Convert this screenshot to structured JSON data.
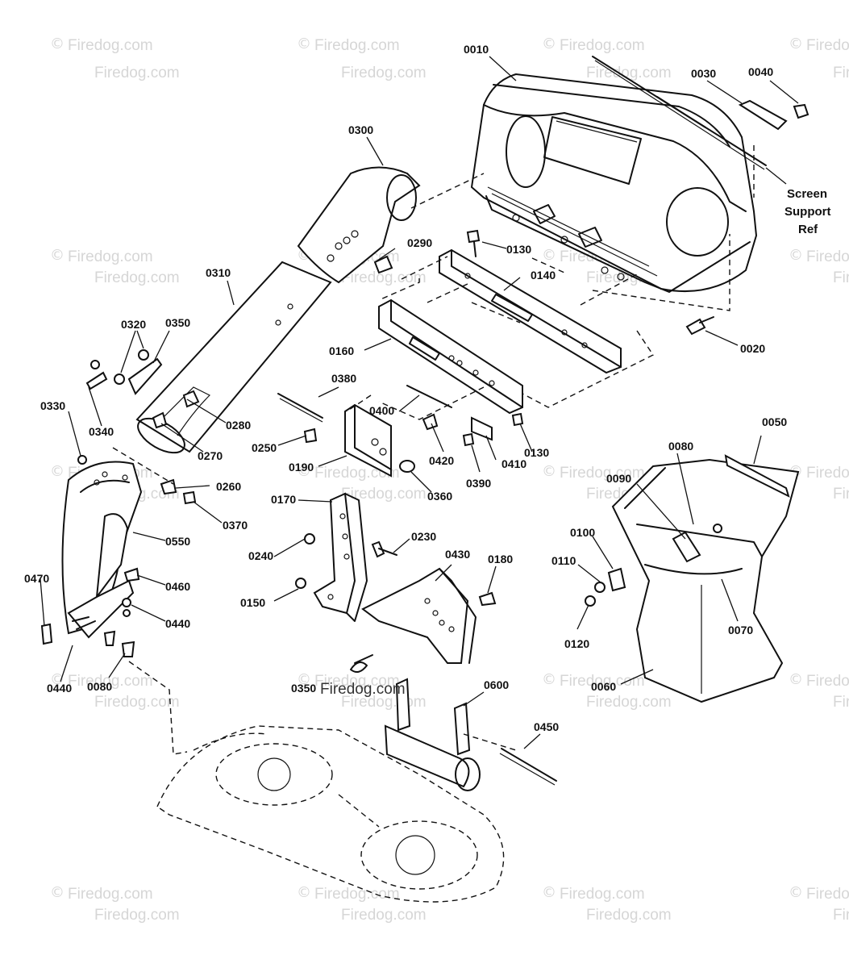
{
  "watermark": {
    "symbol": "©",
    "text": "Firedog.com"
  },
  "watermark_overlay": "Firedog.com",
  "screen_support_note": [
    "Screen",
    "Support",
    "Ref"
  ],
  "callouts": [
    {
      "id": "p0010",
      "text": "0010"
    },
    {
      "id": "p0020",
      "text": "0020"
    },
    {
      "id": "p0030",
      "text": "0030"
    },
    {
      "id": "p0040",
      "text": "0040"
    },
    {
      "id": "p0050",
      "text": "0050"
    },
    {
      "id": "p0060",
      "text": "0060"
    },
    {
      "id": "p0070",
      "text": "0070"
    },
    {
      "id": "p0080a",
      "text": "0080"
    },
    {
      "id": "p0080b",
      "text": "0080"
    },
    {
      "id": "p0090",
      "text": "0090"
    },
    {
      "id": "p0100",
      "text": "0100"
    },
    {
      "id": "p0110",
      "text": "0110"
    },
    {
      "id": "p0120",
      "text": "0120"
    },
    {
      "id": "p0130a",
      "text": "0130"
    },
    {
      "id": "p0130b",
      "text": "0130"
    },
    {
      "id": "p0140",
      "text": "0140"
    },
    {
      "id": "p0150",
      "text": "0150"
    },
    {
      "id": "p0160",
      "text": "0160"
    },
    {
      "id": "p0170",
      "text": "0170"
    },
    {
      "id": "p0180",
      "text": "0180"
    },
    {
      "id": "p0190",
      "text": "0190"
    },
    {
      "id": "p0230",
      "text": "0230"
    },
    {
      "id": "p0240",
      "text": "0240"
    },
    {
      "id": "p0250",
      "text": "0250"
    },
    {
      "id": "p0260",
      "text": "0260"
    },
    {
      "id": "p0270",
      "text": "0270"
    },
    {
      "id": "p0280",
      "text": "0280"
    },
    {
      "id": "p0290",
      "text": "0290"
    },
    {
      "id": "p0300",
      "text": "0300"
    },
    {
      "id": "p0310",
      "text": "0310"
    },
    {
      "id": "p0320",
      "text": "0320"
    },
    {
      "id": "p0330",
      "text": "0330"
    },
    {
      "id": "p0340",
      "text": "0340"
    },
    {
      "id": "p0350a",
      "text": "0350"
    },
    {
      "id": "p0350b",
      "text": "0350"
    },
    {
      "id": "p0360",
      "text": "0360"
    },
    {
      "id": "p0370",
      "text": "0370"
    },
    {
      "id": "p0380",
      "text": "0380"
    },
    {
      "id": "p0390",
      "text": "0390"
    },
    {
      "id": "p0400",
      "text": "0400"
    },
    {
      "id": "p0410",
      "text": "0410"
    },
    {
      "id": "p0420",
      "text": "0420"
    },
    {
      "id": "p0430",
      "text": "0430"
    },
    {
      "id": "p0440a",
      "text": "0440"
    },
    {
      "id": "p0440b",
      "text": "0440"
    },
    {
      "id": "p0450",
      "text": "0450"
    },
    {
      "id": "p0460",
      "text": "0460"
    },
    {
      "id": "p0470",
      "text": "0470"
    },
    {
      "id": "p0550",
      "text": "0550"
    },
    {
      "id": "p0600",
      "text": "0600"
    }
  ]
}
